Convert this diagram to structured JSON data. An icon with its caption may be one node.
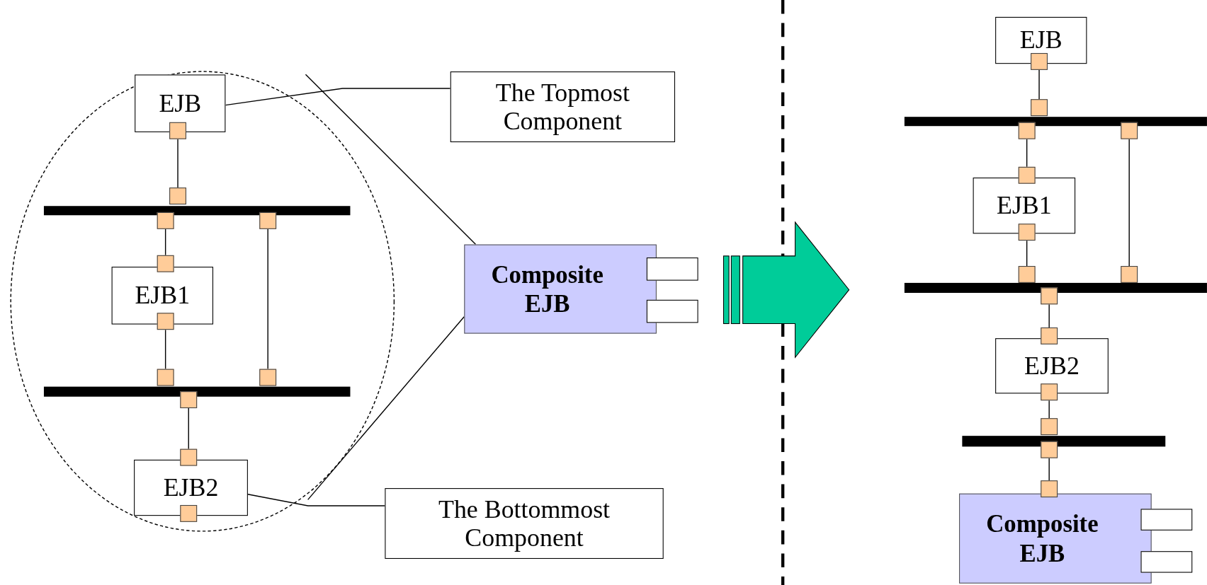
{
  "diagram": {
    "nodes": [
      {
        "text": [],
        "shape": "ellipse"
      },
      {
        "text": [
          "EJB"
        ],
        "in": 0
      },
      {
        "text": [],
        "shape": "box",
        "in": 0
      },
      {
        "text": [],
        "shape": "box",
        "in": 0
      },
      {
        "text": [],
        "shape": "bar",
        "in": 0
      },
      {
        "text": [],
        "shape": "box",
        "in": 0
      },
      {
        "text": [],
        "shape": "box",
        "in": 0
      },
      {
        "text": [],
        "shape": "box",
        "in": 0
      },
      {
        "text": [
          "EJB1"
        ],
        "in": 0
      },
      {
        "text": [],
        "shape": "box",
        "in": 0
      },
      {
        "text": [],
        "shape": "box",
        "in": 0
      },
      {
        "text": [],
        "shape": "box",
        "in": 0
      },
      {
        "text": [],
        "shape": "bar",
        "in": 0
      },
      {
        "text": [],
        "shape": "box",
        "in": 0
      },
      {
        "text": [],
        "shape": "box",
        "in": 0
      },
      {
        "text": [
          "EJB2"
        ],
        "in": 0
      },
      {
        "text": [],
        "shape": "box",
        "in": 0
      },
      {
        "text": [
          "The Topmost Component"
        ]
      },
      {
        "text": [
          "Composite EJB"
        ]
      },
      {
        "text": [],
        "shape": "box"
      },
      {
        "text": [],
        "shape": "box"
      },
      {
        "text": [
          "The Bottommost Component"
        ]
      },
      {
        "text": [
          "EJB"
        ]
      },
      {
        "text": [],
        "shape": "box"
      },
      {
        "text": [],
        "shape": "box"
      },
      {
        "text": [],
        "shape": "bar"
      },
      {
        "text": [],
        "shape": "box"
      },
      {
        "text": [],
        "shape": "box"
      },
      {
        "text": [],
        "shape": "box"
      },
      {
        "text": [
          "EJB1"
        ]
      },
      {
        "text": [],
        "shape": "box"
      },
      {
        "text": [],
        "shape": "box"
      },
      {
        "text": [],
        "shape": "box"
      },
      {
        "text": [],
        "shape": "bar"
      },
      {
        "text": [],
        "shape": "box"
      },
      {
        "text": [],
        "shape": "box"
      },
      {
        "text": [
          "EJB2"
        ]
      },
      {
        "text": [],
        "shape": "box"
      },
      {
        "text": [],
        "shape": "box"
      },
      {
        "text": [],
        "shape": "bar"
      },
      {
        "text": [],
        "shape": "box"
      },
      {
        "text": [],
        "shape": "box"
      },
      {
        "text": [
          "Composite EJB"
        ]
      },
      {
        "text": [],
        "shape": "box"
      },
      {
        "text": [],
        "shape": "box"
      }
    ],
    "edges": [
      {
        "from": 2,
        "to": 3,
        "arrow": "none"
      },
      {
        "from": 5,
        "to": 7,
        "arrow": "none"
      },
      {
        "from": 9,
        "to": 10,
        "arrow": "none"
      },
      {
        "from": 6,
        "to": 11,
        "arrow": "none"
      },
      {
        "from": 13,
        "to": 14,
        "arrow": "none"
      },
      {
        "from": 17,
        "to": 1,
        "arrow": "none"
      },
      {
        "from": 21,
        "to": 15,
        "arrow": "none"
      },
      {
        "from": 0,
        "to": 18,
        "arrow": "none"
      },
      {
        "from": 0,
        "to": 18,
        "arrow": "none"
      },
      {
        "from": 23,
        "to": 24,
        "arrow": "none"
      },
      {
        "from": 26,
        "to": 28,
        "arrow": "none"
      },
      {
        "from": 30,
        "to": 31,
        "arrow": "none"
      },
      {
        "from": 27,
        "to": 32,
        "arrow": "none"
      },
      {
        "from": 34,
        "to": 35,
        "arrow": "none"
      },
      {
        "from": 37,
        "to": 38,
        "arrow": "none"
      },
      {
        "from": 40,
        "to": 41,
        "arrow": "none"
      }
    ]
  }
}
